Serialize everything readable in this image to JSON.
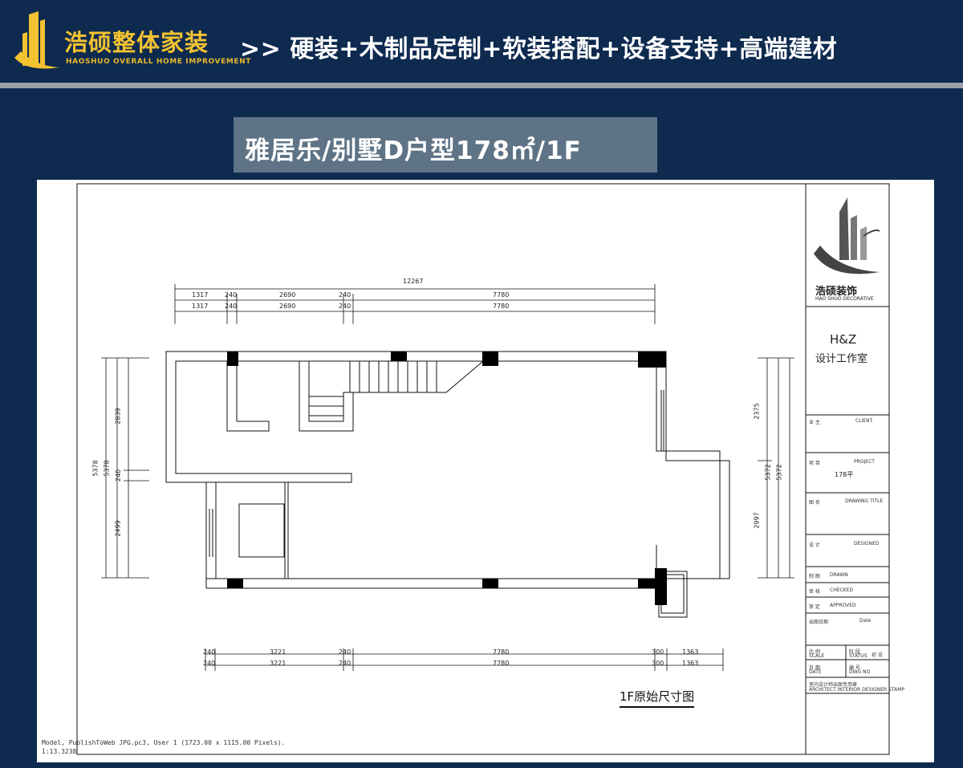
{
  "header": {
    "brand_name": "浩硕整体家装",
    "brand_en": "HAOSHUO OVERALL HOME IMPROVEMENT",
    "slogan": ">> 硬装+木制品定制+软装搭配+设备支持+高端建材",
    "accent_color": "#f2c230",
    "background_color": "#0e2a4f"
  },
  "plan_title": "雅居乐/别墅D户型178㎡/1F",
  "sheet": {
    "title_block": {
      "logo_cn": "浩硕装饰",
      "logo_en": "HAO SHUO DECORATIVE",
      "studio_name": "H&Z",
      "studio_sub": "设计工作室",
      "client_label": "业 主",
      "client_en": "CLIENT",
      "project_label": "项 目",
      "project_en": "PROJECT",
      "project_value": "178平",
      "drawing_label": "图 名",
      "drawing_en": "DRAWING TITLE",
      "design_label": "设 计",
      "design_en": "DESIGNED",
      "drawn_label": "制 图",
      "drawn_en": "DRAWN",
      "checked_label": "审 核",
      "checked_en": "CHECKED",
      "approved_label": "审 定",
      "approved_en": "APPROVED",
      "date_row_label": "出图日期",
      "date_row_en": "Date",
      "scale_label": "比 例",
      "scale_en": "SCALE",
      "status_label": "阶 段",
      "status_en": "STATUS",
      "status_value": "初 设",
      "date_label": "日 期",
      "date_en": "DATE",
      "dwg_label": "编 号",
      "dwg_en": "DWG NO",
      "stamp_cn": "室内设计师出图专用章",
      "stamp_en": "ARCHITECT INTERIOR DESIGNER STAMP"
    },
    "dimensions": {
      "top_total": "12267",
      "top_row1": [
        "1317",
        "240",
        "2690",
        "240",
        "7780"
      ],
      "top_row2": [
        "1317",
        "240",
        "2690",
        "240",
        "7780"
      ],
      "left_outer": "5378",
      "left_mid": "5378",
      "left_segments": [
        "2839",
        "240",
        "2499"
      ],
      "right_segments": [
        "2375",
        "2997"
      ],
      "right_mid": "5372",
      "right_outer": "5372",
      "bottom_row1": [
        "240",
        "3221",
        "240",
        "7780",
        "300",
        "1363"
      ],
      "bottom_row2": [
        "240",
        "3221",
        "240",
        "7780",
        "300",
        "1363"
      ]
    },
    "drawing_name": "1F原始尺寸图",
    "status_line1": "Model, PublishToWeb JPG.pc3, User 1 (1723.00 x 1115.00 Pixels).",
    "status_line2": "1:13.3238"
  }
}
